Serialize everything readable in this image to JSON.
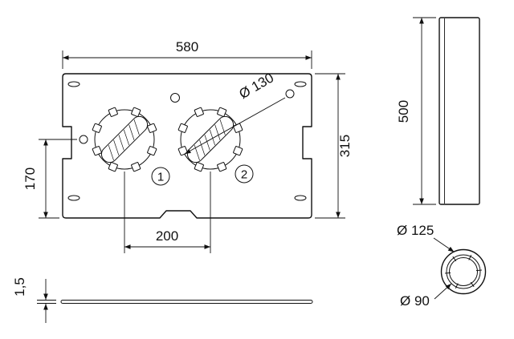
{
  "drawing": {
    "bg_color": "#ffffff",
    "line_color": "#111111",
    "front_view": {
      "width_dim": "580",
      "overall_height_dim": "315",
      "axis_height_dim": "170",
      "knockout_spacing_dim": "200",
      "knockout_diameter": "Ø 130",
      "knockout_1_label": "1",
      "knockout_2_label": "2"
    },
    "edge_view": {
      "thickness_dim": "1,5"
    },
    "side_view": {
      "depth_dim": "500"
    },
    "section_view": {
      "outer_diameter": "Ø 125",
      "inner_diameter": "Ø 90"
    }
  }
}
